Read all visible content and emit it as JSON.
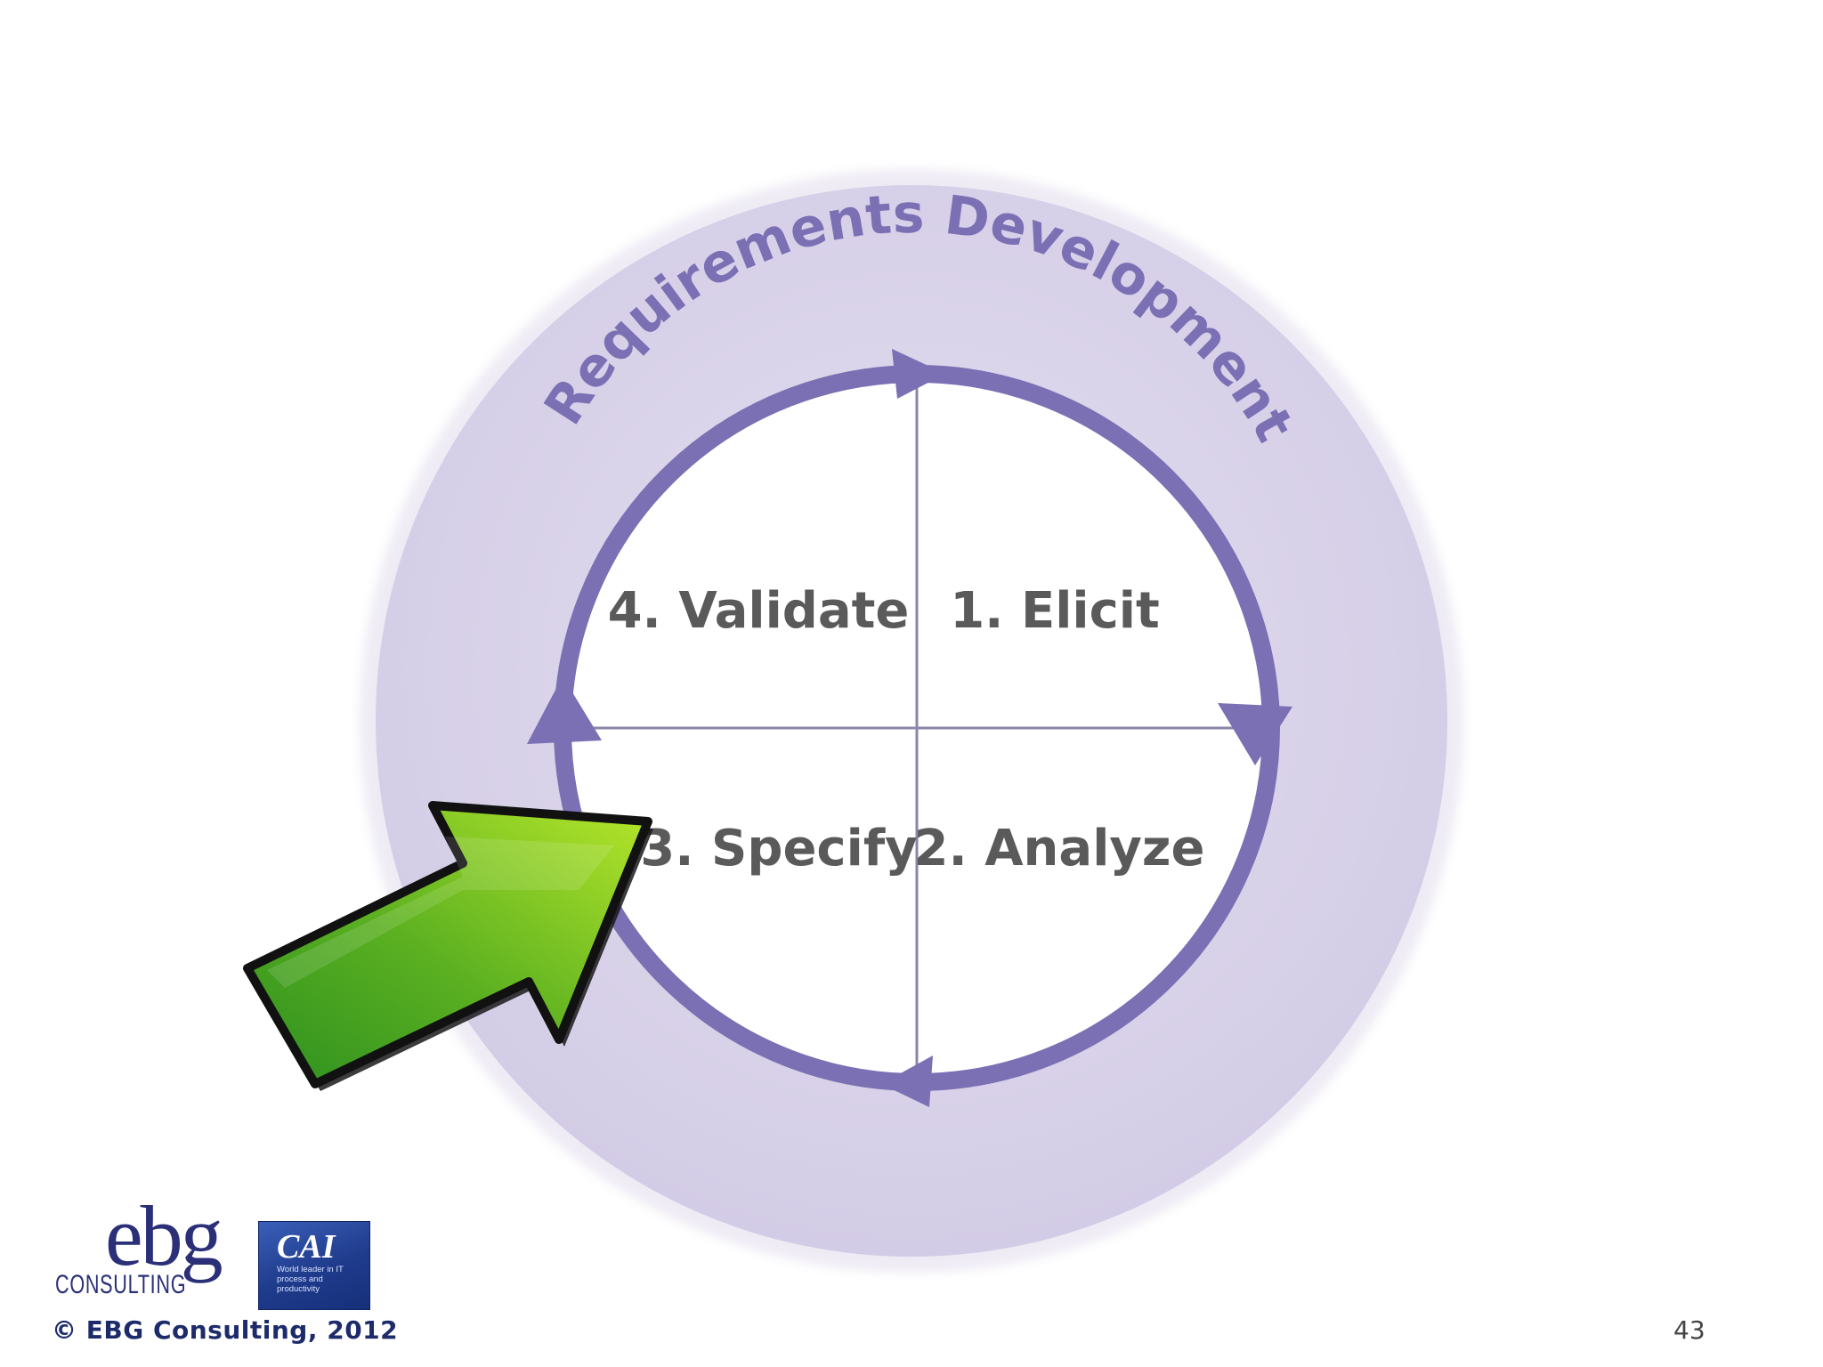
{
  "diagram": {
    "ring_title": "Requirements Development",
    "steps": [
      {
        "label": "1. Elicit"
      },
      {
        "label": "2. Analyze"
      },
      {
        "label": "3. Specify"
      },
      {
        "label": "4. Validate"
      }
    ],
    "highlighted_step": "3. Specify"
  },
  "colors": {
    "outer_disc": "#dcd6ea",
    "cycle_arrow": "#7a70b3",
    "ring_text": "#7a70b3",
    "quadrant_text": "#5a5a5a",
    "divider": "#8a86a8",
    "pointer_arrow": "#5bb021"
  },
  "footer": {
    "ebg_logo_word": "ebg",
    "ebg_logo_sub": "CONSULTING",
    "cai_logo_word": "CAI",
    "cai_logo_tagline": "World leader in IT process and productivity",
    "copyright": "© EBG Consulting, 2012",
    "page_number": "43"
  }
}
